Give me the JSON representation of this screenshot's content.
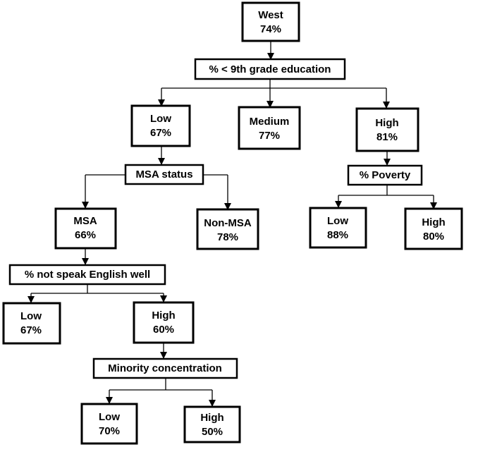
{
  "nodes": {
    "west": {
      "name": "West",
      "pct": "74%"
    },
    "edu_low": {
      "name": "Low",
      "pct": "67%"
    },
    "edu_medium": {
      "name": "Medium",
      "pct": "77%"
    },
    "edu_high": {
      "name": "High",
      "pct": "81%"
    },
    "msa": {
      "name": "MSA",
      "pct": "66%"
    },
    "non_msa": {
      "name": "Non-MSA",
      "pct": "78%"
    },
    "pov_low": {
      "name": "Low",
      "pct": "88%"
    },
    "pov_high": {
      "name": "High",
      "pct": "80%"
    },
    "eng_low": {
      "name": "Low",
      "pct": "67%"
    },
    "eng_high": {
      "name": "High",
      "pct": "60%"
    },
    "minority_low": {
      "name": "Low",
      "pct": "70%"
    },
    "minority_high": {
      "name": "High",
      "pct": "50%"
    }
  },
  "splits": {
    "education": "% < 9th grade education",
    "msa_status": "MSA status",
    "poverty": "% Poverty",
    "english": "% not speak English well",
    "minority": "Minority concentration"
  }
}
